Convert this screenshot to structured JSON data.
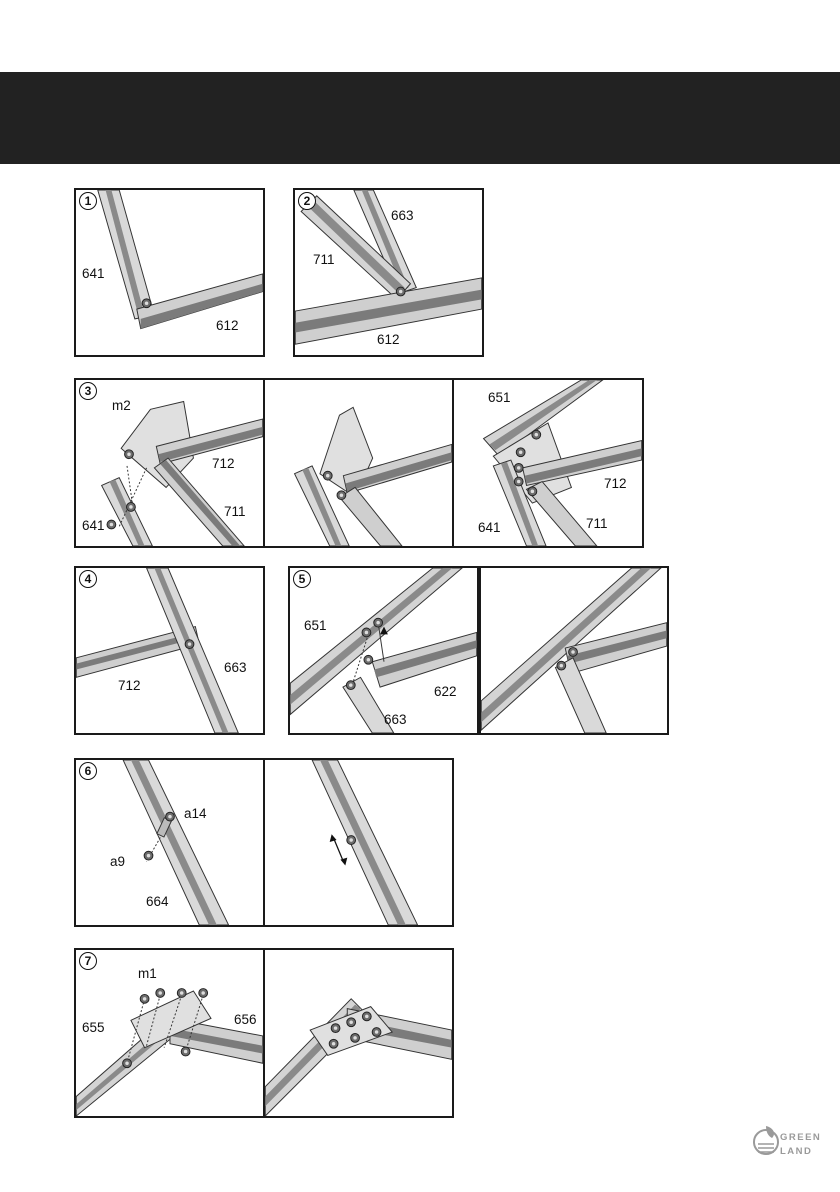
{
  "steps": [
    {
      "number": "1",
      "labels": [
        "641",
        "612"
      ]
    },
    {
      "number": "2",
      "labels": [
        "663",
        "711",
        "612"
      ]
    },
    {
      "number": "3",
      "labels": [
        "m2",
        "712",
        "711",
        "641"
      ],
      "labels_c": [
        "651",
        "712",
        "711",
        "641"
      ]
    },
    {
      "number": "4",
      "labels": [
        "712",
        "663"
      ]
    },
    {
      "number": "5",
      "labels": [
        "651",
        "622",
        "663"
      ]
    },
    {
      "number": "6",
      "labels": [
        "a14",
        "a9",
        "664"
      ]
    },
    {
      "number": "7",
      "labels": [
        "m1",
        "655",
        "656"
      ]
    }
  ],
  "logo": {
    "line1": "GREEN",
    "line2": "LAND",
    "icon": "leaf-house-logo-icon"
  },
  "colors": {
    "header_band": "#222222",
    "frame": "#1a1a1a",
    "profile_fill": "#cfcfcf",
    "profile_dark": "#7b7b7b"
  }
}
